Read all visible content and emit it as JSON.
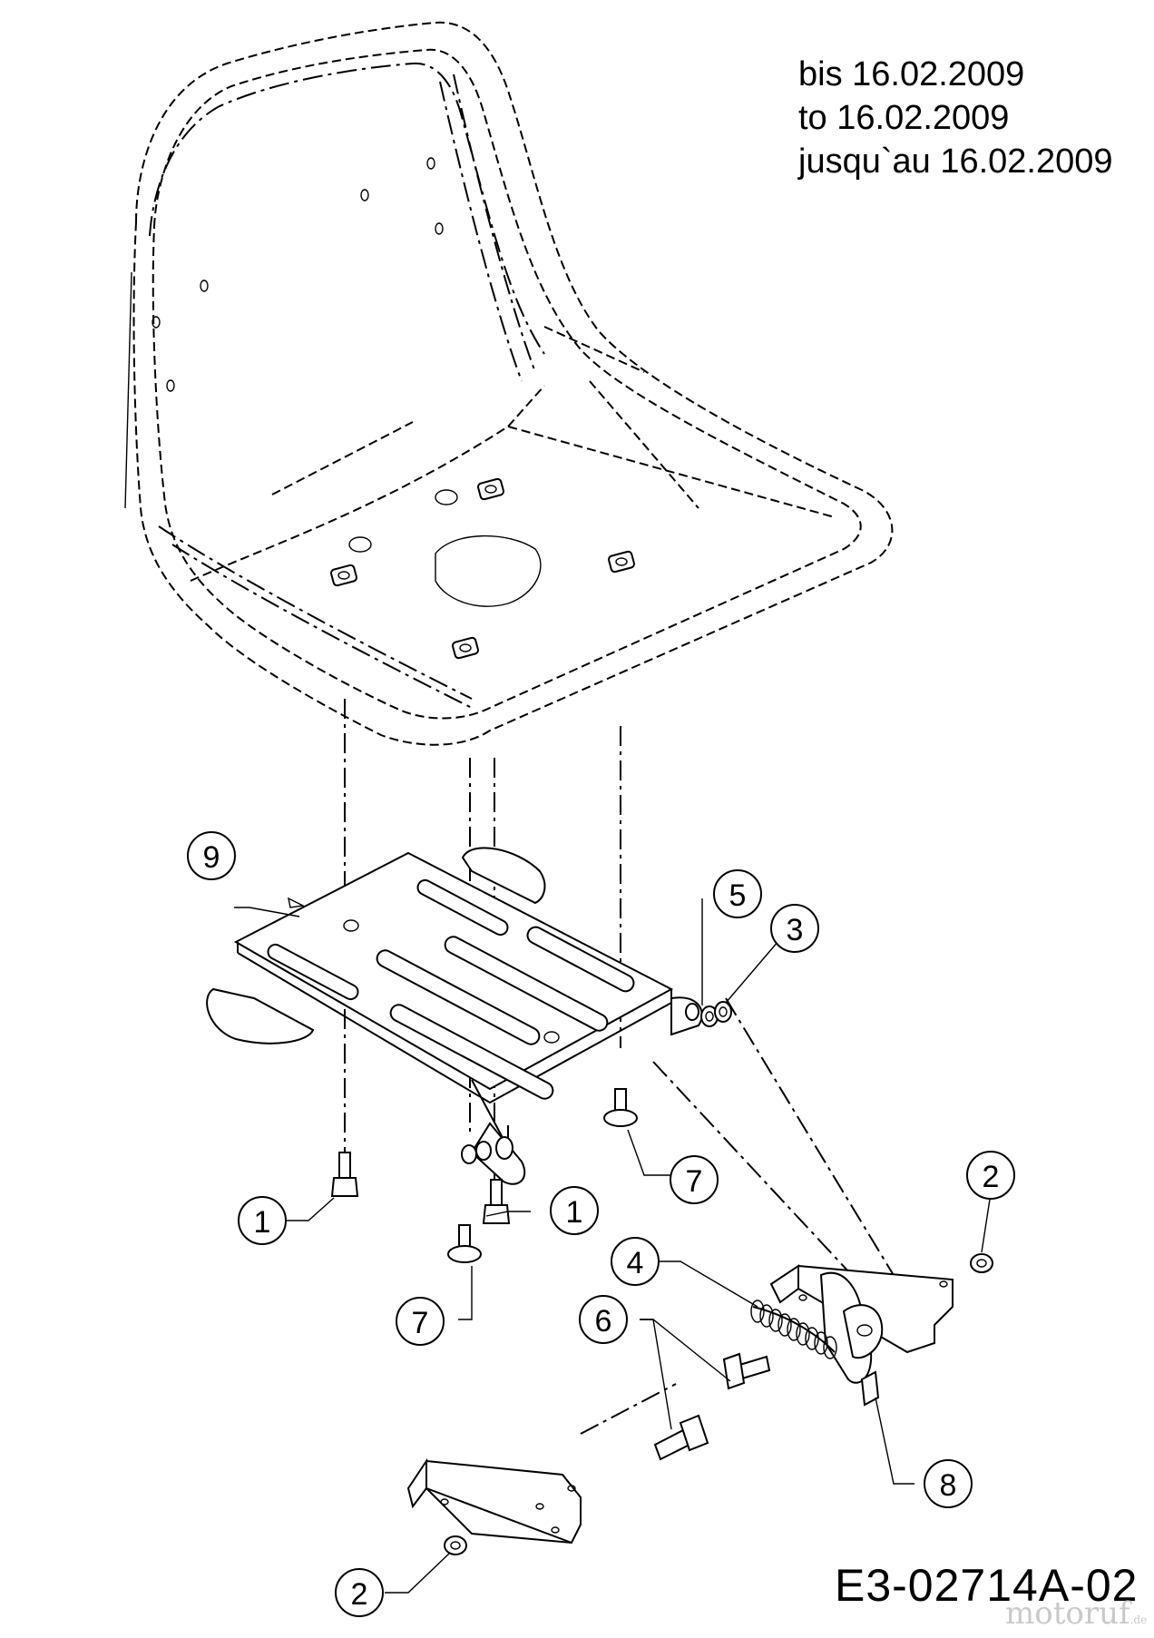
{
  "note": {
    "line1": "bis 16.02.2009",
    "line2": "to 16.02.2009",
    "line3": "jusqu`au 16.02.2009"
  },
  "drawing_code": "E3-02714A-02",
  "watermark": {
    "text": "motoruf",
    "suffix": ".de"
  },
  "callouts": [
    {
      "label": "9"
    },
    {
      "label": "5"
    },
    {
      "label": "3"
    },
    {
      "label": "7"
    },
    {
      "label": "1"
    },
    {
      "label": "1"
    },
    {
      "label": "7"
    },
    {
      "label": "2"
    },
    {
      "label": "4"
    },
    {
      "label": "6"
    },
    {
      "label": "8"
    },
    {
      "label": "2"
    }
  ]
}
